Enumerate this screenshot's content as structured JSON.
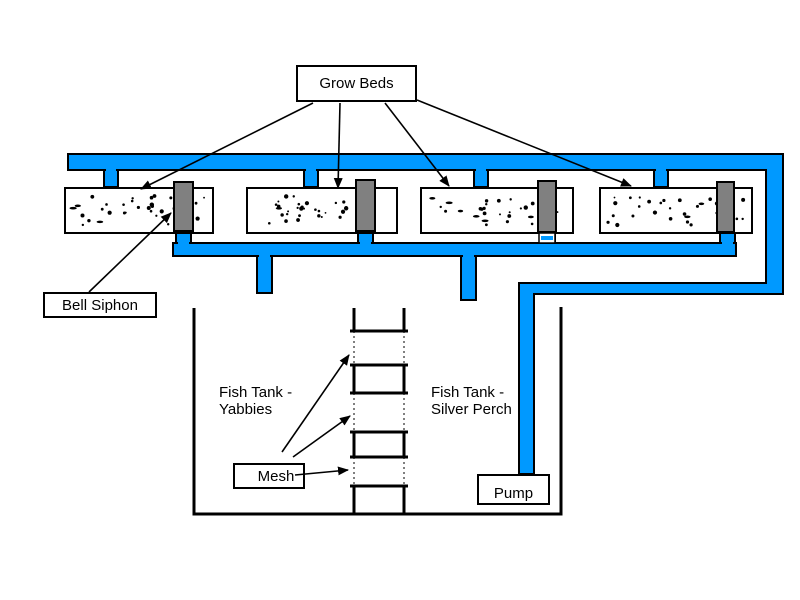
{
  "page": {
    "background": "#ffffff"
  },
  "colors": {
    "pipe_blue": "#0099ff",
    "siphon_gray": "#808080",
    "line_black": "#000000",
    "bed_white": "#ffffff",
    "mesh_dot_gray": "#808080"
  },
  "labels": {
    "grow_beds": "Grow Beds",
    "bell_siphon": "Bell Siphon",
    "mesh": "Mesh",
    "pump": "Pump",
    "fish_tank_yabbies_line1": "Fish Tank -",
    "fish_tank_yabbies_line2": "Yabbies",
    "fish_tank_silver_perch_line1": "Fish Tank -",
    "fish_tank_silver_perch_line2": "Silver Perch"
  },
  "diagram": {
    "type": "aquaponics-system-diagram",
    "grow_bed_count": 4,
    "bell_siphon_count": 4,
    "mesh_panel_count": 3,
    "tank_compartments": [
      "Fish Tank - Yabbies",
      "Fish Tank - Silver Perch"
    ]
  }
}
